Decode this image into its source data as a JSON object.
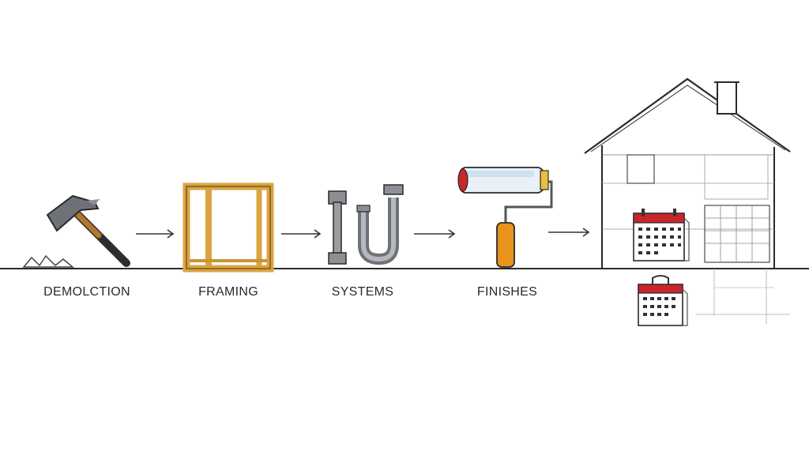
{
  "stages": [
    {
      "label": "DEMOLCTION",
      "icon": "hammer-icon"
    },
    {
      "label": "FRAMING",
      "icon": "wood-frame-icon"
    },
    {
      "label": "SYSTEMS",
      "icon": "plumbing-pipes-icon"
    },
    {
      "label": "FINISHES",
      "icon": "paint-roller-icon"
    }
  ],
  "final": {
    "icon": "house-sketch-icon",
    "calendar_icon": "calendar-icon"
  },
  "colors": {
    "ink": "#2a2a2a",
    "wood": "#d9a441",
    "calendar_red": "#c8262b",
    "metal": "#8c8f93",
    "roller_handle": "#e8931c"
  }
}
